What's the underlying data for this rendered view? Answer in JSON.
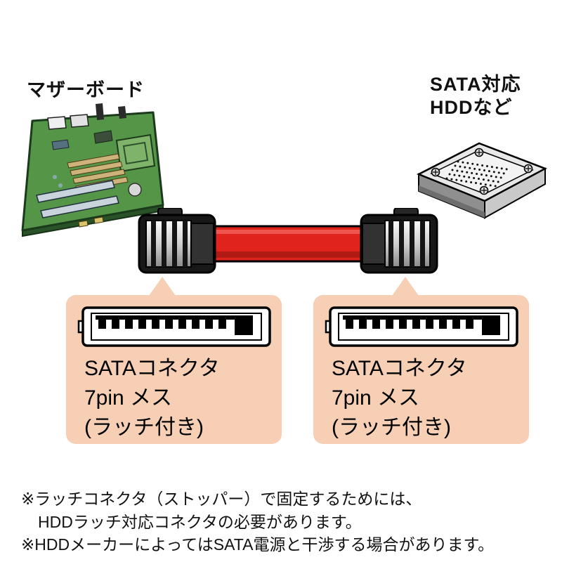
{
  "labels": {
    "motherboard": "マザーボード",
    "hdd_line1": "SATA対応",
    "hdd_line2": "HDDなど"
  },
  "callouts": {
    "left": {
      "line1": "SATAコネクタ",
      "line2": "7pin メス",
      "line3": "(ラッチ付き)"
    },
    "right": {
      "line1": "SATAコネクタ",
      "line2": "7pin メス",
      "line3": "(ラッチ付き)"
    }
  },
  "footnotes": {
    "line1": "※ラッチコネクタ（ストッパー）で固定するためには、",
    "line2": "HDDラッチ対応コネクタの必要があります。",
    "line3": "※HDDメーカーによってはSATA電源と干渉する場合があります。"
  },
  "icons": {
    "motherboard_illustration": "motherboard-isometric",
    "hdd_illustration": "hard-disk-drive-isometric",
    "cable_illustration": "red-sata-cable-with-latch-connectors",
    "connector_diagram": "sata-7pin-female-connector-outline"
  },
  "colors": {
    "callout_bg": "#f6cfb4",
    "cable_red": "#e0241d",
    "board_green": "#559548",
    "hdd_gray": "#e8e8e8",
    "outline_black": "#000000"
  }
}
